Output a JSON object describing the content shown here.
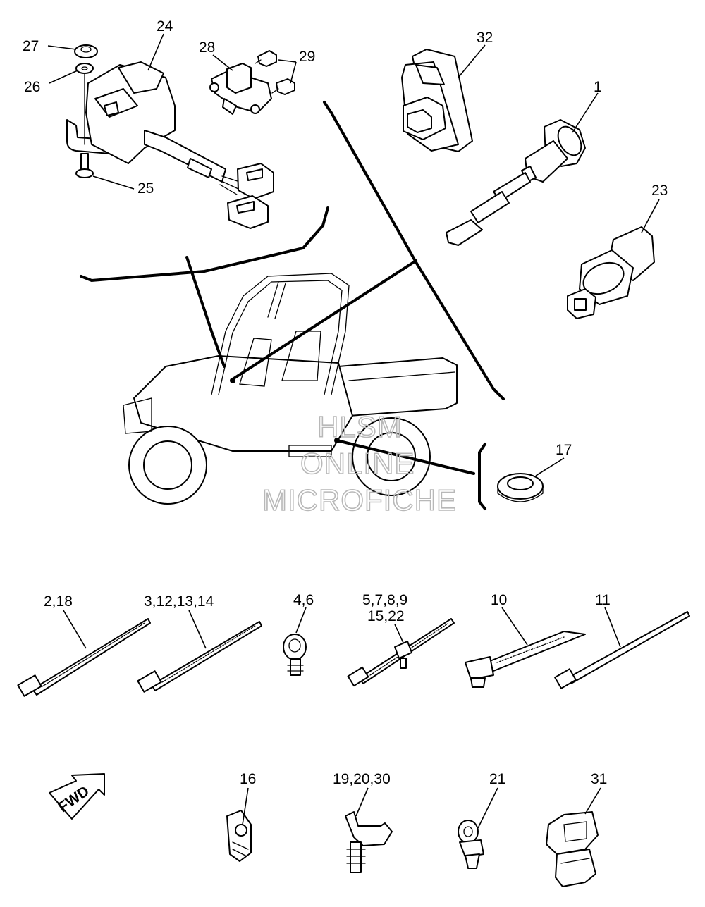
{
  "callouts": {
    "c1": "1",
    "c17": "17",
    "c23": "23",
    "c24": "24",
    "c25": "25",
    "c26": "26",
    "c27": "27",
    "c28": "28",
    "c29": "29",
    "c32": "32",
    "c2_18": "2,18",
    "c3_12_13_14": "3,12,13,14",
    "c4_6": "4,6",
    "c5_7_8_9": "5,7,8,9",
    "c15_22": "15,22",
    "c10": "10",
    "c11": "11",
    "c16": "16",
    "c19_20_30": "19,20,30",
    "c21": "21",
    "c31": "31"
  },
  "fwd_arrow": {
    "text": "FWD"
  },
  "watermark": {
    "line1": "HLSM",
    "line2": "ONLINE",
    "line3": "MICROFICHE"
  }
}
